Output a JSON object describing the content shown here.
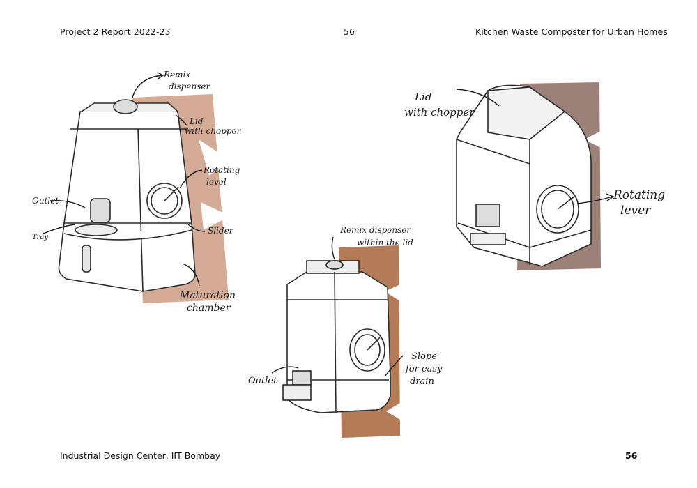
{
  "header": {
    "left": "Project 2 Report  2022-23",
    "center": "56",
    "right": "Kitchen Waste Composter for Urban Homes"
  },
  "footer": {
    "left": "Industrial Design Center, IIT Bombay",
    "right": "56"
  },
  "sketch1": {
    "label_remix": [
      "Remix",
      "dispenser"
    ],
    "label_lid": [
      "Lid",
      "with chopper"
    ],
    "label_rotating": [
      "Rotating",
      "level"
    ],
    "label_outlet": "Outlet",
    "label_tray": "Tray",
    "label_slider": "Slider",
    "label_maturation": [
      "Maturation",
      "chamber"
    ]
  },
  "sketch2": {
    "label_lid": [
      "Lid",
      "with chopper"
    ],
    "label_rotating": [
      "Rotating",
      "lever"
    ]
  },
  "sketch3": {
    "label_remix": [
      "Remix dispenser",
      "within the lid"
    ],
    "label_outlet": "Outlet",
    "label_slope": [
      "Slope",
      "for easy",
      "drain"
    ]
  },
  "colors": {
    "shadow_warm": "#d4ab97",
    "shadow_brown": "#b47b58",
    "shadow_mauve": "#9b8178",
    "ink": "#1a1a1a"
  }
}
